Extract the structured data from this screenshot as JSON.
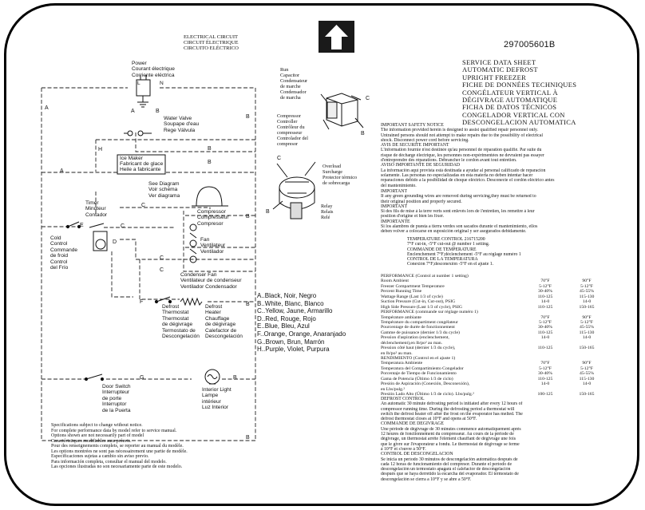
{
  "model_number": "297005601B",
  "circuit_title": [
    "ELECTRICAL CIRCUIT",
    "CIRCUIT ÉLECTRIQUE",
    "CIRCUITO ELÉCTRICO"
  ],
  "sheet_title": [
    "SERVICE DATA SHEET",
    "AUTOMATIC DEFROST",
    "UPRIGHT FREEZER",
    "FICHE DE DONNÉES TECHNIQUES",
    "CONGÉLATEUR VERTICAL À",
    "DÉGIVRAGE AUTOMATIQUE",
    "FICHA DE DATOS TÉCNICOS",
    "CONGELADOR VERTICAL CON",
    "DESCONGELACION AUTOMATICA"
  ],
  "components": {
    "power": [
      "Power",
      "Courant électrique",
      "Corriente eléctrica"
    ],
    "power_terminals": [
      "L",
      "N"
    ],
    "water_valve": [
      "Water Valve",
      "Soupape d'eau",
      "Rege Válvula"
    ],
    "ice_maker": [
      "Ice Maker",
      "Fabricant de glace",
      "Heile a fabricante"
    ],
    "see_diagram": [
      "See Diagram",
      "Voir schéma",
      "Ver diagrama"
    ],
    "compressor": [
      "Compressor",
      "Compresseur",
      "Compresor"
    ],
    "timer": [
      "Timer",
      "Minuteur",
      "Contador"
    ],
    "cold_control": [
      "Cold",
      "Control",
      "Commande",
      "de froid",
      "Control",
      "del Frío"
    ],
    "fan": [
      "Fan",
      "Ventilateur",
      "Ventilador"
    ],
    "condenser_fan": [
      "Condenser Fan",
      "Ventilateur de condenseur",
      "Ventilador Condensador"
    ],
    "defrost_thermostat": [
      "Defrost",
      "Thermostat",
      "Thermostat",
      "de dégivrage",
      "Termostato de",
      "Descongelación"
    ],
    "defrost_heater": [
      "Defrost",
      "Heater",
      "Chauffage",
      "de dégivrage",
      "Calefactor de",
      "Descongelación"
    ],
    "door_switch": [
      "Door Switch",
      "Interrupteur",
      "de porte",
      "Interruptor",
      "de la Puerta"
    ],
    "interior_light": [
      "Interior Light",
      "Lampe",
      "intérieur",
      "Luz Interior"
    ],
    "run_capacitor": [
      "Run",
      "Capacitor",
      "Condensateur",
      "de marche",
      "Condensador",
      "de marcha"
    ],
    "compressor_controller": [
      "Compressor",
      "Controller",
      "Contrôleur du",
      "compresseur",
      "Controlador del",
      "compresor"
    ],
    "overload": [
      "Overload",
      "Surcharge",
      "Protector térmico",
      "de sobrecarga"
    ],
    "relay": [
      "Relay",
      "Relais",
      "Relé"
    ]
  },
  "wire_letters": {
    "a1": "A",
    "b1": "B",
    "a2": "A",
    "b2": "B",
    "h": "H",
    "b3": "B",
    "b4": "B",
    "a3": "A",
    "c1": "C",
    "e": "E",
    "c2": "C",
    "d": "D",
    "b5": "B",
    "c3": "C",
    "c4": "C",
    "f": "F",
    "b6": "B",
    "g": "G",
    "b7": "B",
    "b8": "B",
    "cap_b": "B",
    "cap_c": "C",
    "ol_c": "C",
    "ol_b": "B"
  },
  "color_legend": [
    "A..Black, Noir, Negro",
    "B..White, Blanc, Blanco",
    "C..Yellow, Jaune, Armarillo",
    "D..Red, Rouge, Rojo",
    "E..Blue, Bleu, Azul",
    "F..Orange, Orange, Anaranjado",
    "G..Brown, Brun, Marrón",
    "H..Purple, Violet, Purpura"
  ],
  "safety": [
    "IMPORTANT SAFETY NOTICE",
    "The information provided herein is designed to assist qualified repair personnel only.",
    "Untrained persons should not attempt to make repairs due to the possibility of electrical",
    "shock.  Disconnect power cord before servicing.",
    "AVIS DE SÉCURITÉ IMPORTANT",
    "L'information fournie n'est destinée qu'au personnel de réparation qualifié.  Par suite du",
    "risque de décharge électrique, les personnes non-expérimentées ne devraient pas essayer",
    "d'entreprendre des réparations.  Débrancher le cordon avant tout entretien.",
    "AVISO IMPORTANTE DE SEGURIDAD",
    "La información aquí provista está destinada a ayudar al personal calificado de reparación",
    "solamente.  Las personas no especializadas en esta materia no deben intentar hacer",
    "reparaciones debido a la posibilidad de choque eléctrico.  Desconecte el cordón eléctrico antes",
    "del mantenimiento."
  ],
  "ground": [
    "IMPORTANT",
    "If any green grounding wires are removed during servicing,they must be returned to",
    "their original position and properly secured.",
    "IMPORTANT",
    "Si des fils de mise à la terre verts sont enlevés lors de l'entretien, les remettre à leur",
    "position d'origine et bien les fixer.",
    "IMPORTANTE",
    "Si los alambres de puesta a tierra verdes son sacados durante el mantenimiento, ellos",
    "deben volver a colocarse en suposición original y ser asegurados debidamente."
  ],
  "temp_control": [
    "TEMPERATURE CONTROL 216715200",
    "7°F cut-in, -5°F cut-out @ number 1 setting.",
    "COMMANDE DE TEMPÉRATURE",
    "Enclenchement 7°F;déclenchement -5°F au réglage numéro 1",
    "CONTROL DE LA TEMPERATURA",
    "Conexión 7°F;desconexión -5°F en el ajuste 1."
  ],
  "performance": [
    [
      "PERFORMANCE (Control at number 1 setting)",
      "",
      ""
    ],
    [
      "Room Ambient",
      "70°F",
      "90°F"
    ],
    [
      "Freezer Compartment Temperature",
      "5-12°F",
      "5-12°F"
    ],
    [
      "Percent Running Time",
      "30-40%",
      "45-55%"
    ],
    [
      "Wattage Range (Last 1/3 of cycle)",
      "110-125",
      "115-130"
    ],
    [
      "Suction Pressure (Cut-in, Cut-out), PSIG",
      "14-0",
      "14-0"
    ],
    [
      "High Side Pressure (Last 1/3 of cycle), PSIG",
      "110-125",
      "150-165"
    ],
    [
      "PERFORMANCE (commande sur réglage numéro 1)",
      "",
      ""
    ],
    [
      "Température ambiante",
      "70°F",
      "90°F"
    ],
    [
      "Température du compartiment congélateur",
      "5-12°F",
      "5-12°F"
    ],
    [
      "Pourcentage de durée de fonctionnement",
      "30-40%",
      "45-55%"
    ],
    [
      "Gamme de puissance (dernier 1/3 du cycle)",
      "110-125",
      "115-130"
    ],
    [
      "Pression d'aspiration (enclenchement,",
      "14-0",
      "14-0"
    ],
    [
      "déclenchement),en lb/po² au man.",
      "",
      ""
    ],
    [
      "Pression côté haut (dernier 1/3 du cycle),",
      "110-125",
      "150-165"
    ],
    [
      "en lb/po² au man.",
      "",
      ""
    ],
    [
      "RENDIMIENTO (Control en el ajuste 1)",
      "",
      ""
    ],
    [
      "Temperatura Ambiente",
      "70°F",
      "90°F"
    ],
    [
      "Temperatura del Compartimiento Congelador",
      "5-12°F",
      "5-12°F"
    ],
    [
      "Porcentaje de Tiempo de Funcionamiento",
      "30-40%",
      "45-55%"
    ],
    [
      "Gama de Potencia (Último 1/3 de ciclo)",
      "110-125",
      "115-130"
    ],
    [
      "Presión de Aspiración (Conexión, Desconexión),",
      "14-0",
      "14-0"
    ],
    [
      "en Lbs/pulg.²",
      "",
      ""
    ],
    [
      "Presión Lado Alto (Último 1/3 de ciclo). Lbs/pulg.²",
      "100-125",
      "150-165"
    ]
  ],
  "defrost": [
    "DEFROST CONTROL",
    "An automatic 30 minute defrosting period is initiated after every 12 hours of",
    "compressor running time. During the defrosting period a thermostat will",
    "switch the defrost heater off after the frost on the evaporator has melted.  The",
    "defrost thermostat closes at 10°F and opens at 50°F.",
    "COMMANDE DE DÉGIVRAGE",
    "Une période de dégivrage de 30 minutes commence automatiquement après",
    "12 heures de fonctionnement du compresseur. Au cours de la période de",
    "dégivrage, un thermostat arrête l'élément chauffant de dégivrage une fois",
    "que le givre sur l'évaporateur a fondu. Le thermostat de dégivrage se ferme",
    "à 10°F et s'ouvre à 50°F.",
    "CONTROL DE DESCONGELACIÓN",
    "Se inicia un período 30 minutos de descongelación automática después de",
    "cada 12 horas de funcionamiento del compresor. Durante el período de",
    "descongelación un termostato apagará el calefactor de descongelación",
    "después que se haya derretido la escarcha del evaporador. El termostato de",
    "descongelación se cierra a 10°F y se abre a 50°F."
  ],
  "specs": [
    "Specifications subject to change without notice.",
    "   For complete performance data by model refer to service manual.",
    "   Options shown are not necessarily part of model",
    "Caractéristiques modifiables sans préavis.",
    "   Pour des renseignements complets, se reporter au manual du modèle.",
    "   Les options montrées ne sont pas nécessairement une partie de modèle.",
    "Especificaciones sujetas a cambio sin aviso previo.",
    "   Para información completa, consultar el manual del modelo.",
    "   Las opciones ilustradas no son necesariamente parte de este modelo."
  ]
}
